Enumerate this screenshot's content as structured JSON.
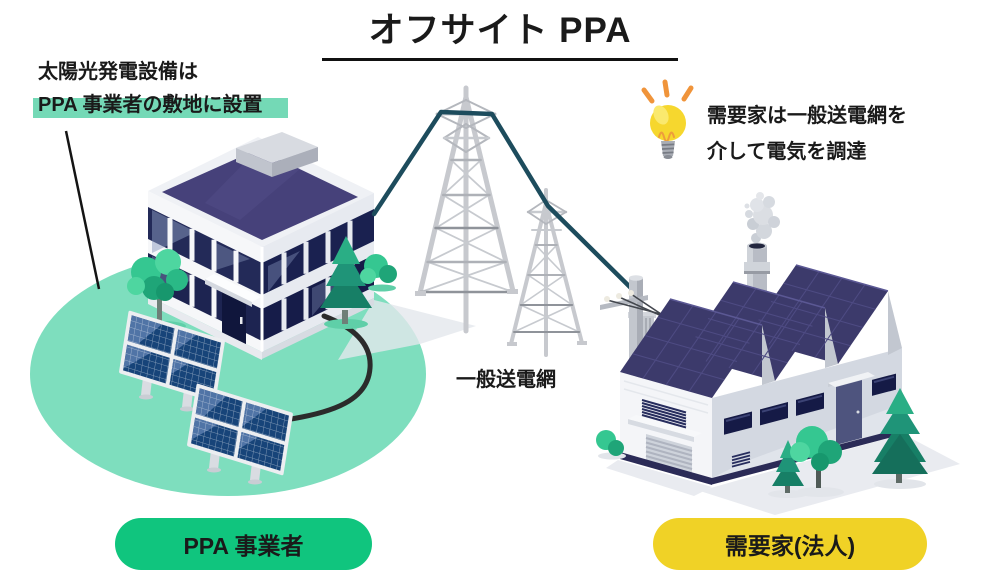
{
  "title": "オフサイト PPA",
  "annotations": {
    "left": {
      "line1": "太陽光発電設備は",
      "line2": "PPA 事業者の敷地に設置"
    },
    "right": {
      "line1": "需要家は一般送電網を",
      "line2": "介して電気を調達"
    },
    "grid_label": "一般送電網"
  },
  "labels": {
    "left_entity": "PPA 事業者",
    "right_entity": "需要家(法人)"
  },
  "icons": {
    "tip": "lightbulb-icon"
  },
  "colors": {
    "grass_mint": "#7edebe",
    "highlight_green": "#74d9b6",
    "pill_green": "#10c57e",
    "pill_yellow": "#f0d226",
    "cable_teal": "#1d4c5d",
    "roof_navy": "#3c3a6b",
    "panel_blue": "#174479",
    "bulb_yellow": "#f6d72e",
    "ray_orange": "#f0943a",
    "text_black": "#1a1a1a"
  }
}
